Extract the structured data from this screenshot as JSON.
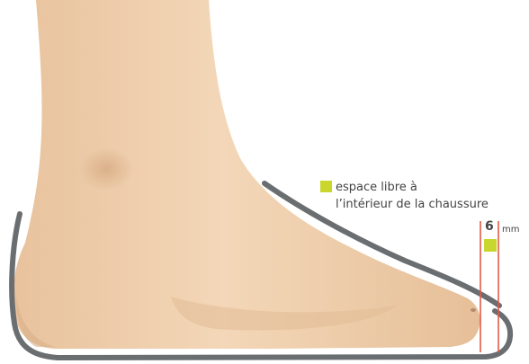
{
  "legend": {
    "line1": "espace libre à",
    "line2": "l’intérieur de la chaussure",
    "swatch_color": "#c8d62e"
  },
  "measurement": {
    "value": "6",
    "unit": "mm",
    "guide_color": "#e05a4a"
  },
  "colors": {
    "skin": "#efd0ae",
    "skin_shadow": "#dcb48f",
    "shoe_outline": "#6b6e70"
  }
}
